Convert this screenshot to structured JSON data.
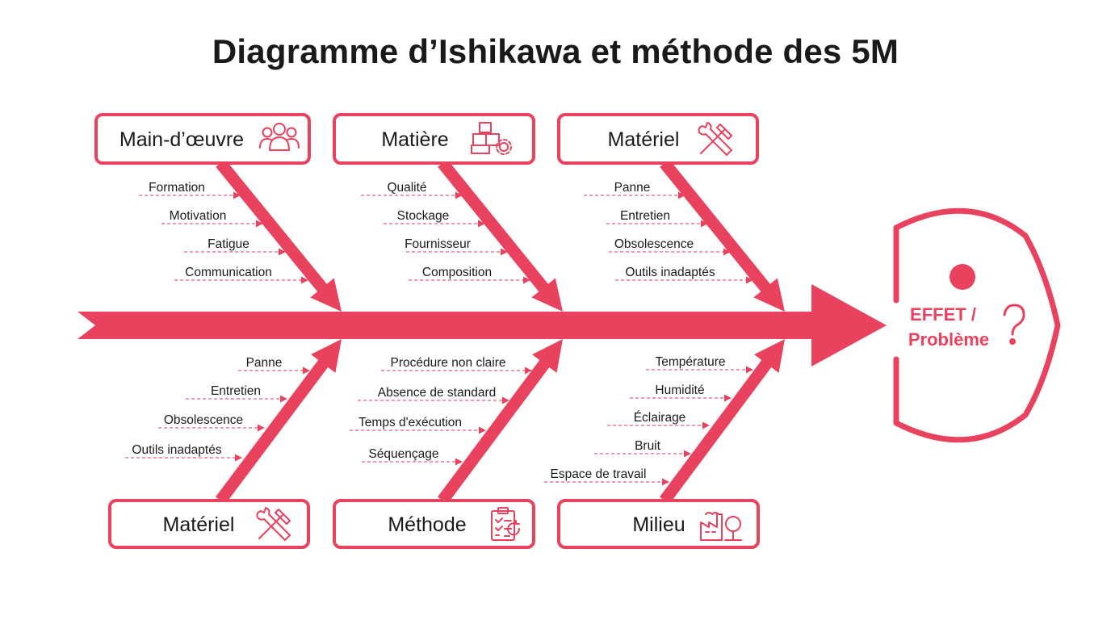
{
  "title": "Diagramme d’Ishikawa et méthode des 5M",
  "colors": {
    "accent": "#e8425f",
    "dash": "#ec7c90",
    "text": "#1a1a1a"
  },
  "effect": {
    "line1": "EFFET /",
    "line2": "Problème",
    "icon": "question-mark-icon"
  },
  "categories": [
    {
      "name": "Main-d’œuvre",
      "icon": "people-icon",
      "position": "top",
      "causes": [
        "Formation",
        "Motivation",
        "Fatigue",
        "Communication"
      ]
    },
    {
      "name": "Matière",
      "icon": "boxes-gear-icon",
      "position": "top",
      "causes": [
        "Qualité",
        "Stockage",
        "Fournisseur",
        "Composition"
      ]
    },
    {
      "name": "Matériel",
      "icon": "tools-icon",
      "position": "top",
      "causes": [
        "Panne",
        "Entretien",
        "Obsolescence",
        "Outils inadaptés"
      ]
    },
    {
      "name": "Matériel",
      "icon": "tools-icon",
      "position": "bottom",
      "causes": [
        "Panne",
        "Entretien",
        "Obsolescence",
        "Outils inadaptés"
      ]
    },
    {
      "name": "Méthode",
      "icon": "clipboard-icon",
      "position": "bottom",
      "causes": [
        "Procédure non claire",
        "Absence de standard",
        "Temps d'exécution",
        "Séquençage"
      ]
    },
    {
      "name": "Milieu",
      "icon": "factory-tree-icon",
      "position": "bottom",
      "causes": [
        "Température",
        "Humidité",
        "Éclairage",
        "Bruit",
        "Espace de travail"
      ]
    }
  ]
}
